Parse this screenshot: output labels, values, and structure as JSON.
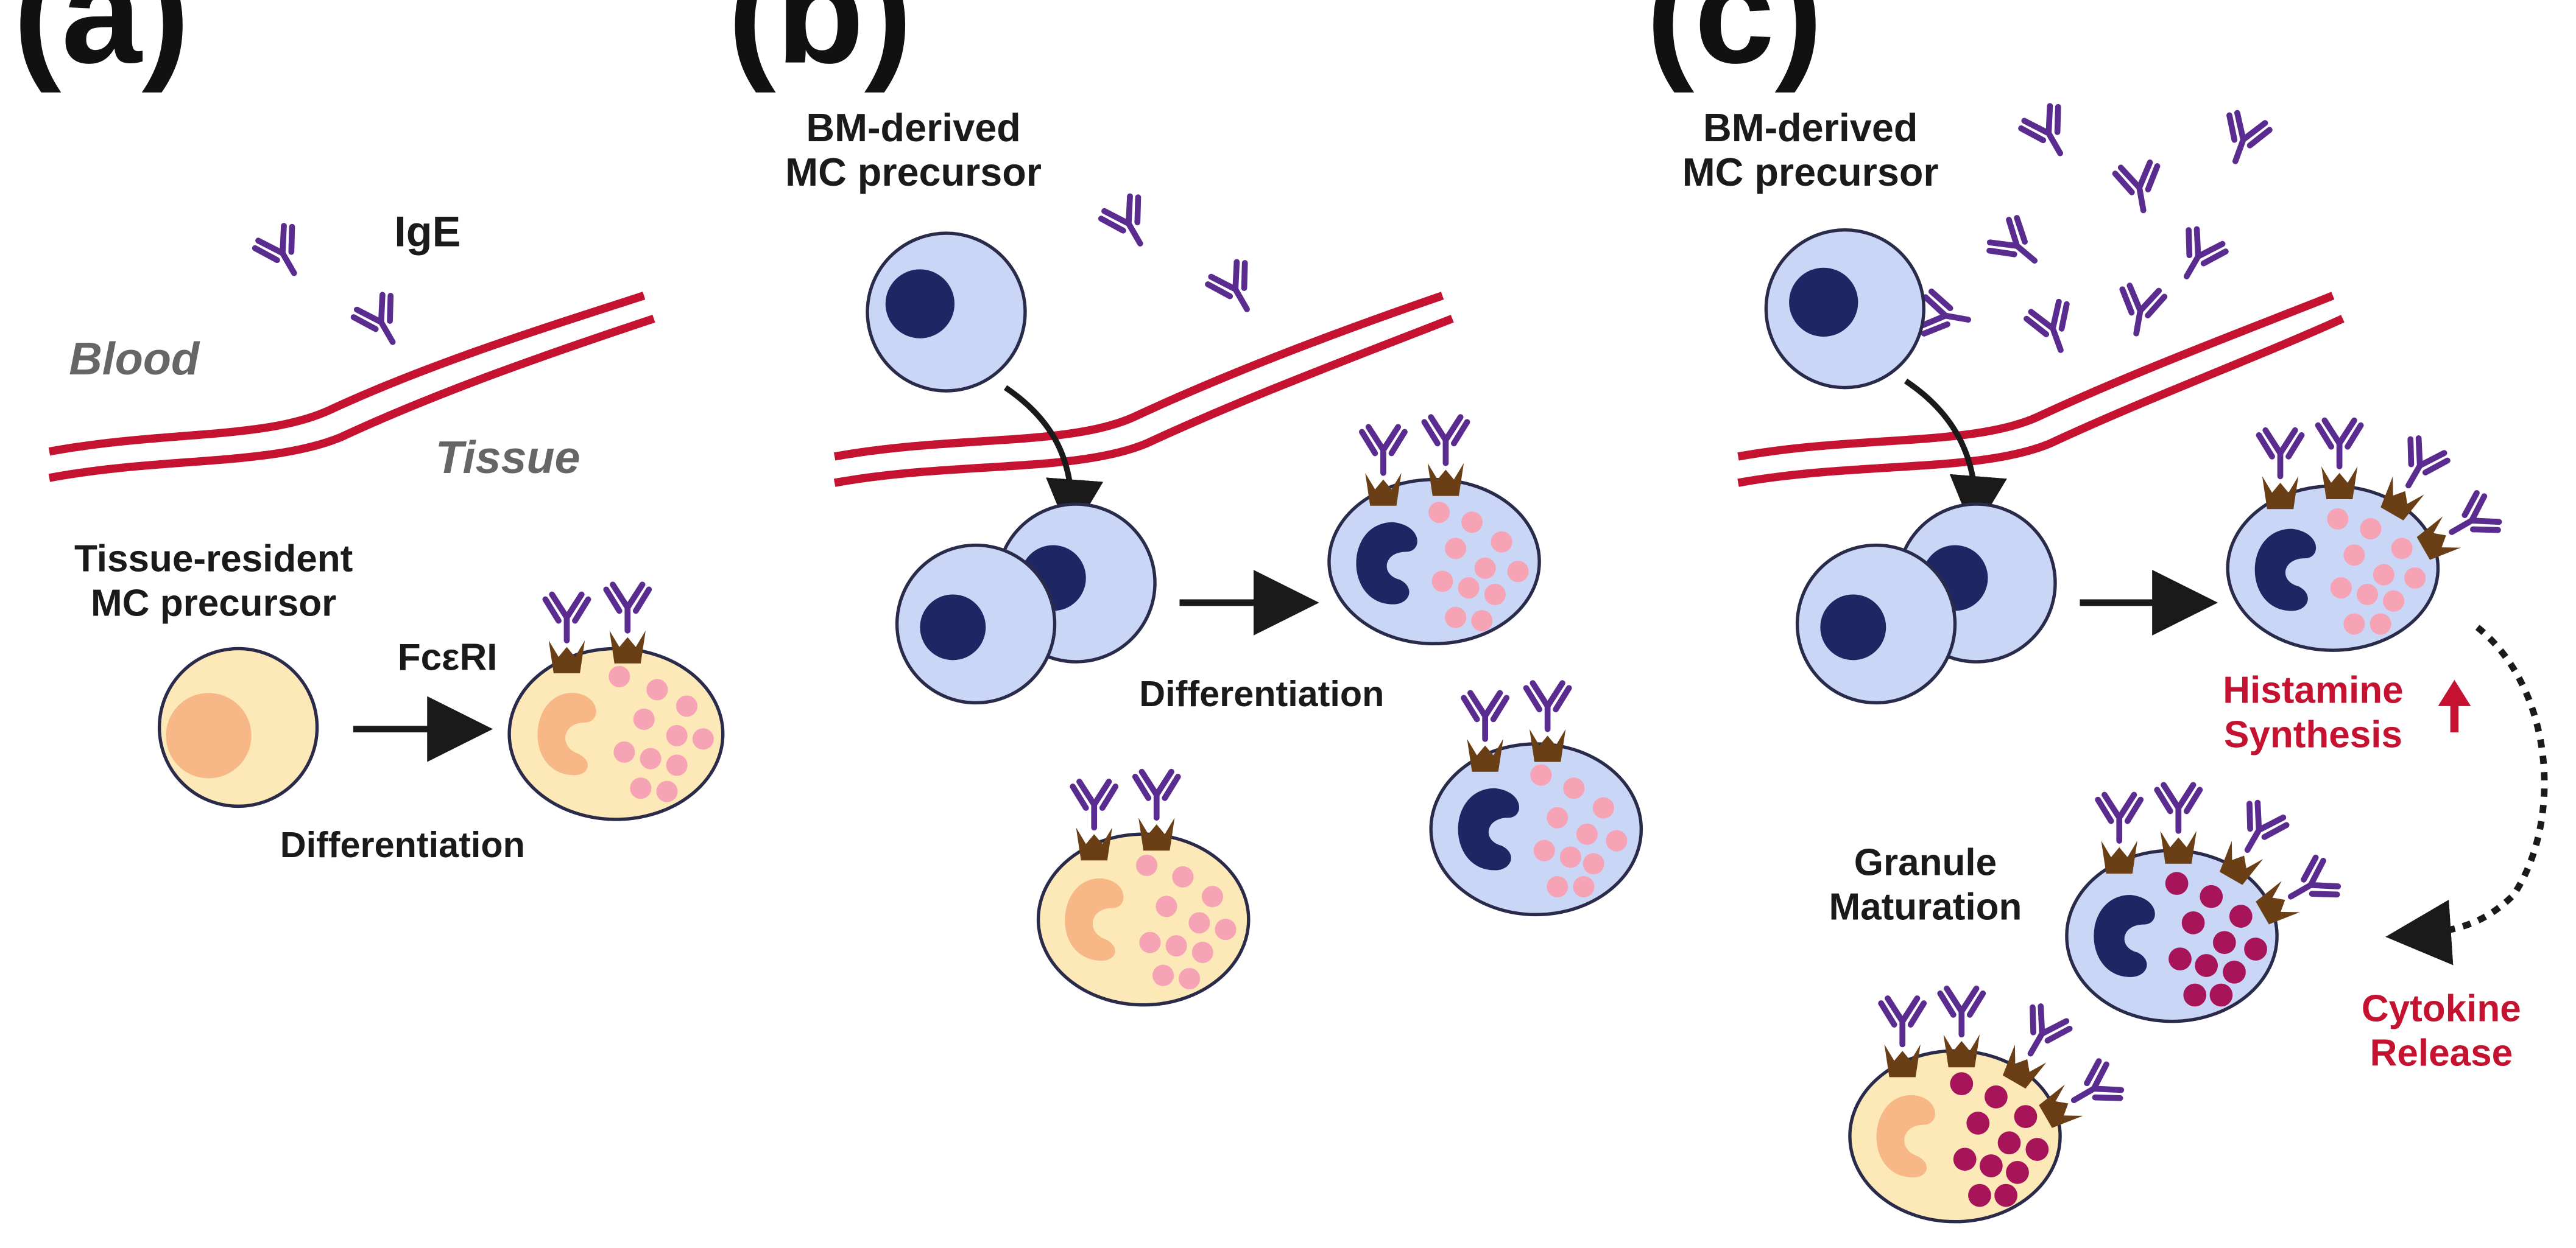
{
  "colors": {
    "vessel": "#c41230",
    "antibody": "#5b2c8f",
    "receptor": "#6b3f16",
    "tissue_cell_fill": "#fde8b8",
    "tissue_cell_nucleus": "#f7b787",
    "bm_cell_fill": "#c9d6f6",
    "bm_cell_nucleus": "#1e2763",
    "granule_immature": "#f5a3b5",
    "granule_mature": "#a8145a",
    "cell_outline": "#2a2a4a",
    "label_red": "#c41230",
    "text": "#1a1a1a"
  },
  "icons": {
    "antibody": "antibody-y-icon",
    "receptor": "fcer1-receptor-icon",
    "vessel": "blood-vessel-line",
    "arrow": "arrow-right-icon",
    "up_arrow": "arrow-up-icon"
  },
  "panels": {
    "a": {
      "label": "(a)",
      "ige": "IgE",
      "blood": "Blood",
      "tissue": "Tissue",
      "precursor_line1": "Tissue-resident",
      "precursor_line2": "MC precursor",
      "receptor": "FcεRI",
      "differentiation": "Differentiation"
    },
    "b": {
      "label": "(b)",
      "precursor_line1": "BM-derived",
      "precursor_line2": "MC precursor",
      "differentiation": "Differentiation"
    },
    "c": {
      "label": "(c)",
      "precursor_line1": "BM-derived",
      "precursor_line2": "MC precursor",
      "histamine_line1": "Histamine",
      "histamine_line2": "Synthesis",
      "granule_line1": "Granule",
      "granule_line2": "Maturation",
      "cytokine_line1": "Cytokine",
      "cytokine_line2": "Release"
    }
  }
}
